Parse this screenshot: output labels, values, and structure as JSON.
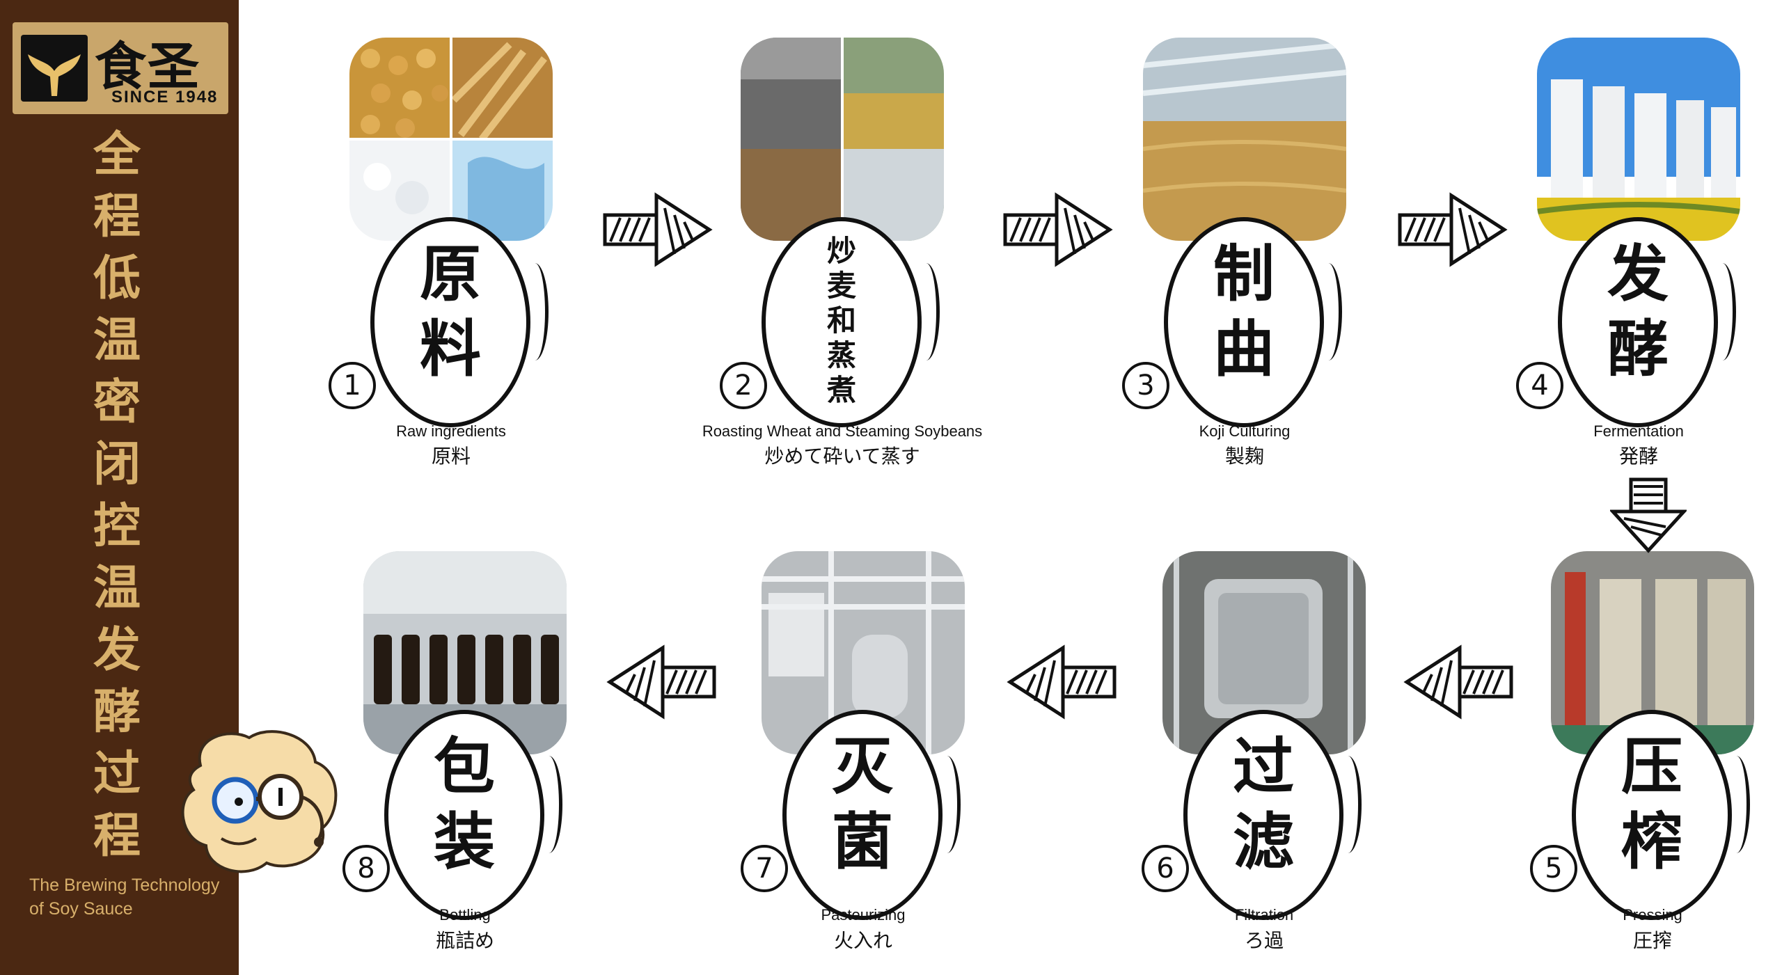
{
  "brand": {
    "name": "食圣",
    "since": "SINCE 1948",
    "colors": {
      "sidebar": "#4b2812",
      "logo_bg": "#c9a66b",
      "title": "#d8b06b"
    }
  },
  "sidebar": {
    "title_chars": [
      "全",
      "程",
      "低",
      "温",
      "密",
      "闭",
      "控",
      "温",
      "发",
      "酵",
      "过",
      "程"
    ],
    "subtitle_line1": "The Brewing Technology",
    "subtitle_line2": "of Soy Sauce"
  },
  "steps": [
    {
      "number": "1",
      "chars": [
        "原",
        "料"
      ],
      "en": "Raw ingredients",
      "jp": "原料",
      "photo_icon": "ingredients-photo"
    },
    {
      "number": "2",
      "chars": [
        "炒",
        "麦",
        "和",
        "蒸",
        "煮"
      ],
      "en": "Roasting Wheat and Steaming Soybeans",
      "jp": "炒めて砕いて蒸す",
      "photo_icon": "roasting-photo"
    },
    {
      "number": "3",
      "chars": [
        "制",
        "曲"
      ],
      "en": "Koji Culturing",
      "jp": "製麹",
      "photo_icon": "koji-photo"
    },
    {
      "number": "4",
      "chars": [
        "发",
        "酵"
      ],
      "en": "Fermentation",
      "jp": "発酵",
      "photo_icon": "tanks-photo"
    },
    {
      "number": "5",
      "chars": [
        "压",
        "榨"
      ],
      "en": "Pressing",
      "jp": "圧搾",
      "photo_icon": "press-photo"
    },
    {
      "number": "6",
      "chars": [
        "过",
        "滤"
      ],
      "en": "Filtration",
      "jp": "ろ過",
      "photo_icon": "filter-photo"
    },
    {
      "number": "7",
      "chars": [
        "灭",
        "菌"
      ],
      "en": "Pasteurizing",
      "jp": "火入れ",
      "photo_icon": "pasteurizer-photo"
    },
    {
      "number": "8",
      "chars": [
        "包",
        "装"
      ],
      "en": "Bottling",
      "jp": "瓶詰め",
      "photo_icon": "bottling-photo"
    }
  ]
}
